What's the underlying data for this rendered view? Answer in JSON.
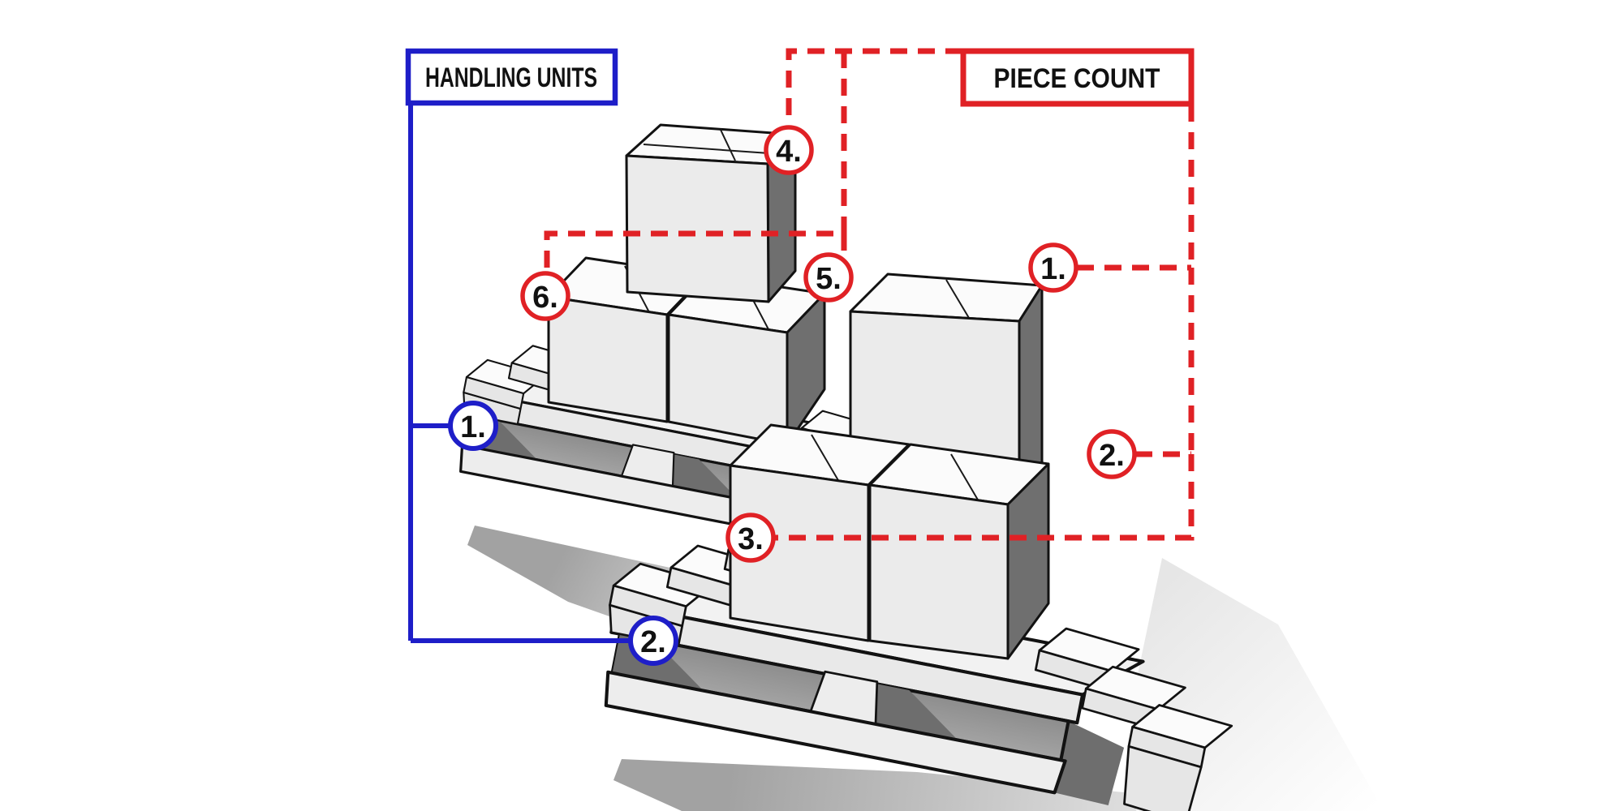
{
  "legend": {
    "handling_units": {
      "label": "HANDLING UNITS"
    },
    "piece_count": {
      "label": "PIECE COUNT"
    }
  },
  "handling_unit_markers": [
    {
      "label": "1."
    },
    {
      "label": "2."
    }
  ],
  "piece_count_markers": [
    {
      "label": "1."
    },
    {
      "label": "2."
    },
    {
      "label": "3."
    },
    {
      "label": "4."
    },
    {
      "label": "5."
    },
    {
      "label": "6."
    }
  ],
  "colors": {
    "blue": "#1e1ec8",
    "red": "#e02125",
    "box_front": "#ebebeb",
    "box_top": "#fbfbfb",
    "box_side": "#6f6f6f",
    "pallet_light": "#f2f2f2",
    "pallet_opening": "#9c9c9c",
    "outline": "#121212"
  }
}
